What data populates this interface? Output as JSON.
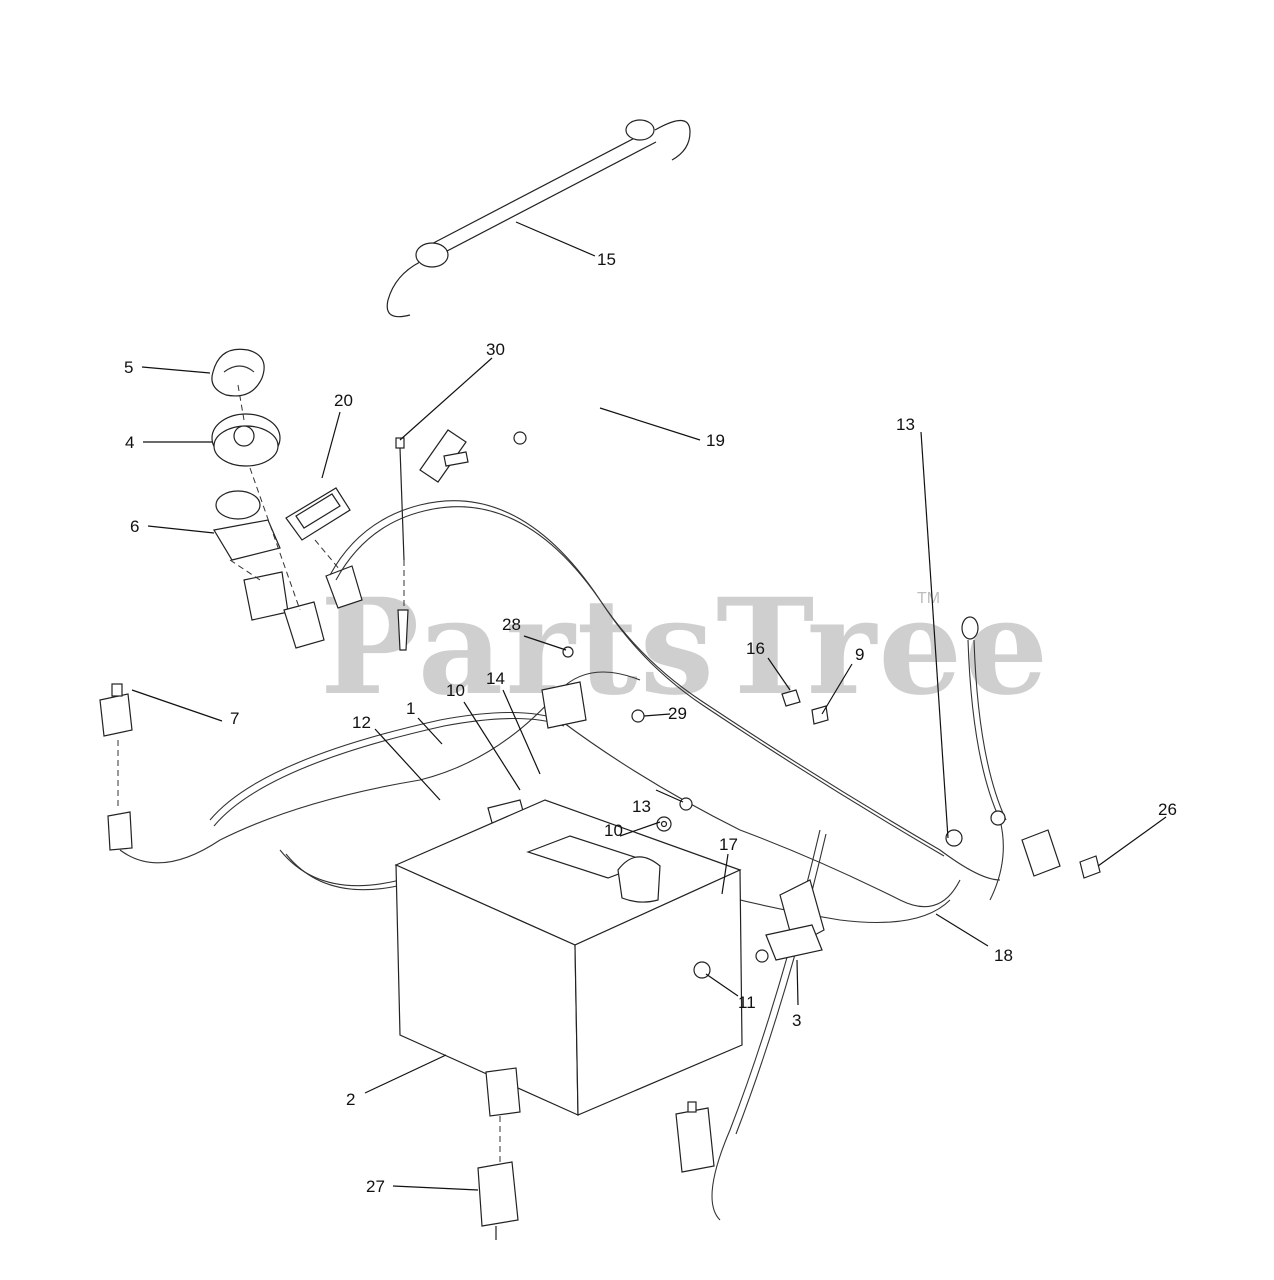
{
  "watermark": {
    "text": "PartsTree",
    "tm": "TM"
  },
  "callouts": [
    {
      "id": "c1",
      "label": "1"
    },
    {
      "id": "c2",
      "label": "2"
    },
    {
      "id": "c3",
      "label": "3"
    },
    {
      "id": "c4",
      "label": "4"
    },
    {
      "id": "c5",
      "label": "5"
    },
    {
      "id": "c6",
      "label": "6"
    },
    {
      "id": "c7",
      "label": "7"
    },
    {
      "id": "c9",
      "label": "9"
    },
    {
      "id": "c10a",
      "label": "10"
    },
    {
      "id": "c10b",
      "label": "10"
    },
    {
      "id": "c11",
      "label": "11"
    },
    {
      "id": "c12",
      "label": "12"
    },
    {
      "id": "c13a",
      "label": "13"
    },
    {
      "id": "c13b",
      "label": "13"
    },
    {
      "id": "c14",
      "label": "14"
    },
    {
      "id": "c15",
      "label": "15"
    },
    {
      "id": "c16",
      "label": "16"
    },
    {
      "id": "c17",
      "label": "17"
    },
    {
      "id": "c18",
      "label": "18"
    },
    {
      "id": "c19",
      "label": "19"
    },
    {
      "id": "c20",
      "label": "20"
    },
    {
      "id": "c26",
      "label": "26"
    },
    {
      "id": "c27",
      "label": "27"
    },
    {
      "id": "c28",
      "label": "28"
    },
    {
      "id": "c29",
      "label": "29"
    },
    {
      "id": "c30",
      "label": "30"
    }
  ]
}
